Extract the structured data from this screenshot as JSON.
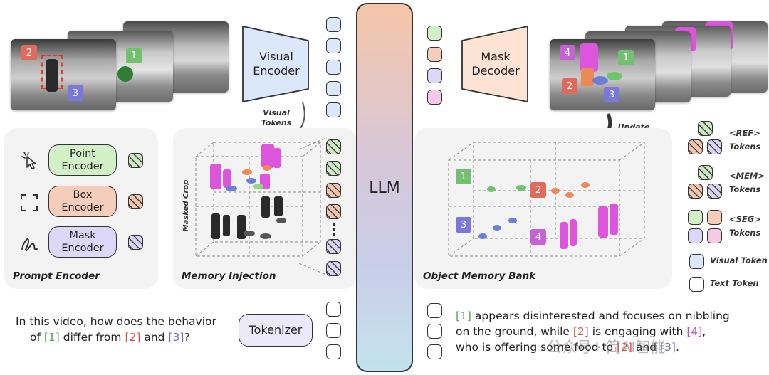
{
  "encoders": {
    "visual": "Visual\nEncoder",
    "mask_decoder": "Mask\nDecoder",
    "llm": "LLM",
    "tokenizer": "Tokenizer"
  },
  "annotations": {
    "visual_tokens": "Visual\nTokens",
    "update_memory": "Update\nMemory",
    "masked_crop": "Masked Crop"
  },
  "prompt_encoder": {
    "title": "Prompt Encoder",
    "items": [
      {
        "label": "Point\nEncoder",
        "icon": "cursor-icon"
      },
      {
        "label": "Box\nEncoder",
        "icon": "box-corners-icon"
      },
      {
        "label": "Mask\nEncoder",
        "icon": "scribble-icon"
      }
    ]
  },
  "memory_injection": {
    "title": "Memory Injection"
  },
  "object_memory_bank": {
    "title": "Object Memory Bank",
    "ids": [
      "1",
      "2",
      "3",
      "4"
    ]
  },
  "frame_ids": {
    "input": [
      "2",
      "1",
      "3"
    ],
    "output": [
      "4",
      "1",
      "2",
      "3"
    ]
  },
  "legend": {
    "ref": "<REF>\nTokens",
    "mem": "<MEM>\nTokens",
    "seg": "<SEG>\nTokens",
    "visual": "Visual Token",
    "text": "Text Token"
  },
  "question": {
    "line1": "In this video, how does the behavior",
    "line2_pre": "of ",
    "tag1": "[1]",
    "line2_mid": " differ from ",
    "tag2": "[2]",
    "line2_and": " and ",
    "tag3": "[3]",
    "line2_end": "?"
  },
  "answer": {
    "tag1": "[1]",
    "l1": " appears disinterested and focuses on nibbling",
    "l2_pre": "on the ground, while ",
    "tag2": "[2]",
    "l2_mid": " is engaging with ",
    "tag4": "[4]",
    "l2_end": ",",
    "l3_pre": "who is offering some food to ",
    "tag2b": "[2]",
    "l3_and": " and ",
    "tag3": "[3]",
    "l3_end": "."
  },
  "watermark": "公众号 · 简AI智能",
  "colors": {
    "visual_token": "#dbe8fb",
    "point_green": "#d3efc8",
    "box_red": "#f5cdbb",
    "mask_purple": "#ddd8f7",
    "pink_tok": "#f7c9e6",
    "llm_top": "#f5c6a8",
    "llm_bottom": "#c4e2ee"
  }
}
